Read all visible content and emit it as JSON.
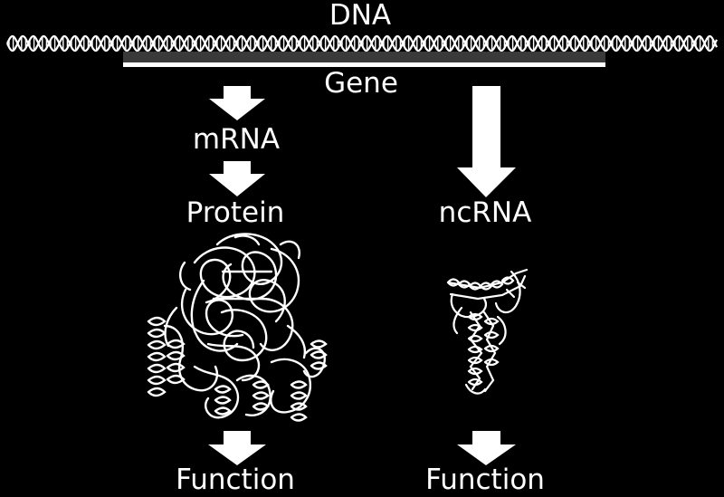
{
  "colors": {
    "background": "#000000",
    "foreground": "#ffffff"
  },
  "labels": {
    "dna": "DNA",
    "gene": "Gene",
    "mrna": "mRNA",
    "protein": "Protein",
    "ncrna": "ncRNA",
    "function_left": "Function",
    "function_right": "Function"
  },
  "icons": {
    "dna": "dna-double-helix-icon",
    "protein": "protein-ribbon-structure-icon",
    "ncrna": "rna-ribbon-structure-icon",
    "arrow": "down-arrow-icon"
  }
}
